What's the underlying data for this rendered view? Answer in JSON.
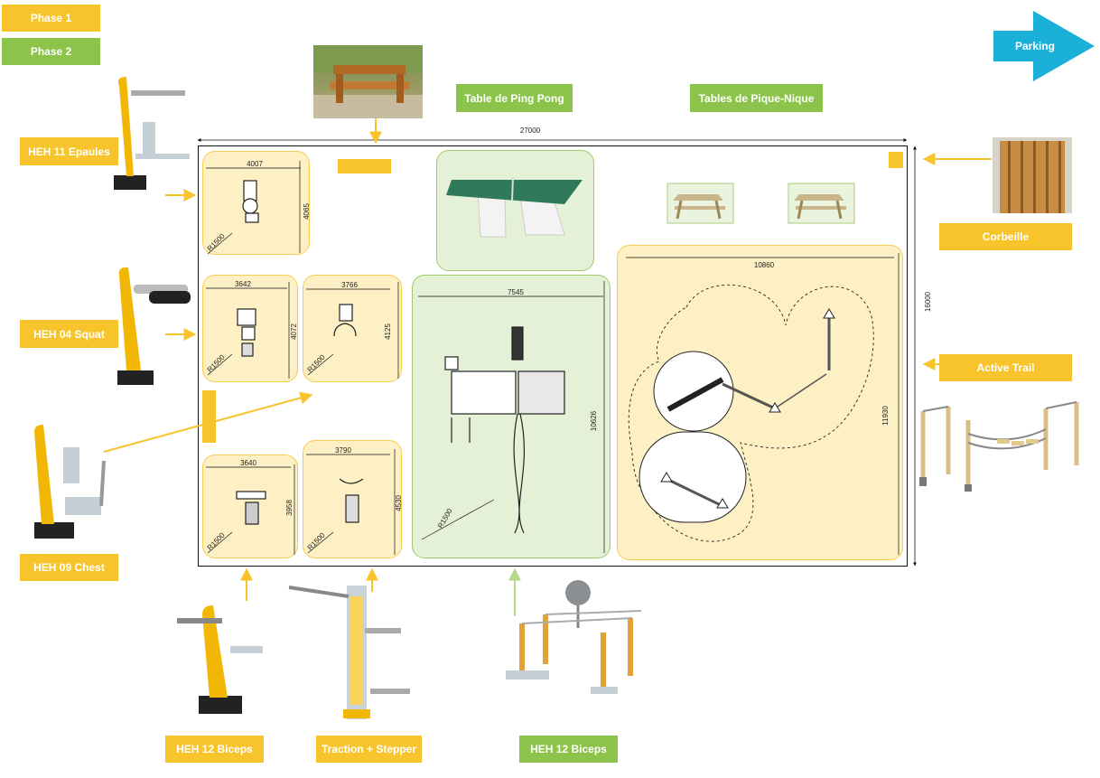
{
  "legend": {
    "phase1": "Phase 1",
    "phase2": "Phase 2"
  },
  "labels": {
    "parking": "Parking",
    "ping_pong": "Table de Ping Pong",
    "picnic": "Tables de Pique-Nique",
    "corbeille": "Corbeille",
    "active_trail": "Active Trail",
    "heh11": "HEH 11 Epaules",
    "heh04": "HEH 04 Squat",
    "heh09": "HEH 09 Chest",
    "heh12a": "HEH 12 Biceps",
    "traction": "Traction + Stepper",
    "heh12b": "HEH 12 Biceps"
  },
  "dimensions": {
    "total_width": "27000",
    "total_height": "16000",
    "z1_w": "4007",
    "z1_h": "4065",
    "z2_w": "3642",
    "z2_h": "4072",
    "z3_w": "3766",
    "z3_h": "4125",
    "z4_w": "3640",
    "z4_h": "3958",
    "z5_w": "3790",
    "z5_h": "4530",
    "cal_w": "7545",
    "cal_h": "10626",
    "cal_r": "R1500",
    "trail_w": "10860",
    "trail_h": "11930",
    "radius": "R1500"
  },
  "colors": {
    "phase1": "#f7c52b",
    "phase2": "#8cc34a",
    "parking": "#1ab0d8"
  }
}
